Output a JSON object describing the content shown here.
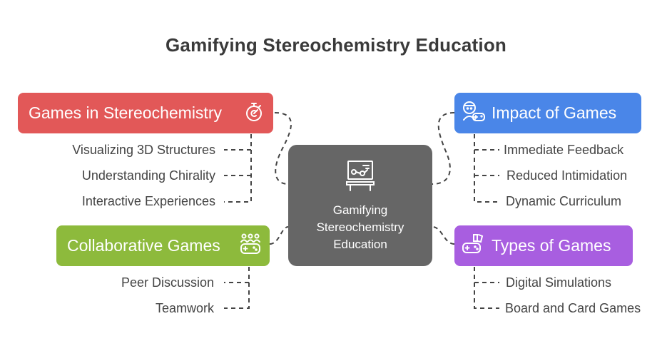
{
  "title": "Gamifying Stereochemistry Education",
  "center": {
    "lines": [
      "Gamifying",
      "Stereochemistry",
      "Education"
    ],
    "icon": "presentation-board-icon",
    "color": "#666666"
  },
  "branches": {
    "games_in_stereochemistry": {
      "label": "Games in Stereochemistry",
      "icon": "stopwatch-icon",
      "color": "#E25858",
      "items": [
        "Visualizing 3D Structures",
        "Understanding Chirality",
        "Interactive Experiences"
      ]
    },
    "collaborative_games": {
      "label": "Collaborative Games",
      "icon": "group-gamepad-icon",
      "color": "#8DBA3C",
      "items": [
        "Peer Discussion",
        "Teamwork"
      ]
    },
    "impact_of_games": {
      "label": "Impact of Games",
      "icon": "player-gamepad-icon",
      "color": "#4A86E8",
      "items": [
        "Immediate Feedback",
        "Reduced Intimidation",
        "Dynamic Curriculum"
      ]
    },
    "types_of_games": {
      "label": "Types of Games",
      "icon": "game-types-icon",
      "color": "#A85EE0",
      "items": [
        "Digital Simulations",
        "Board and Card Games"
      ]
    }
  }
}
